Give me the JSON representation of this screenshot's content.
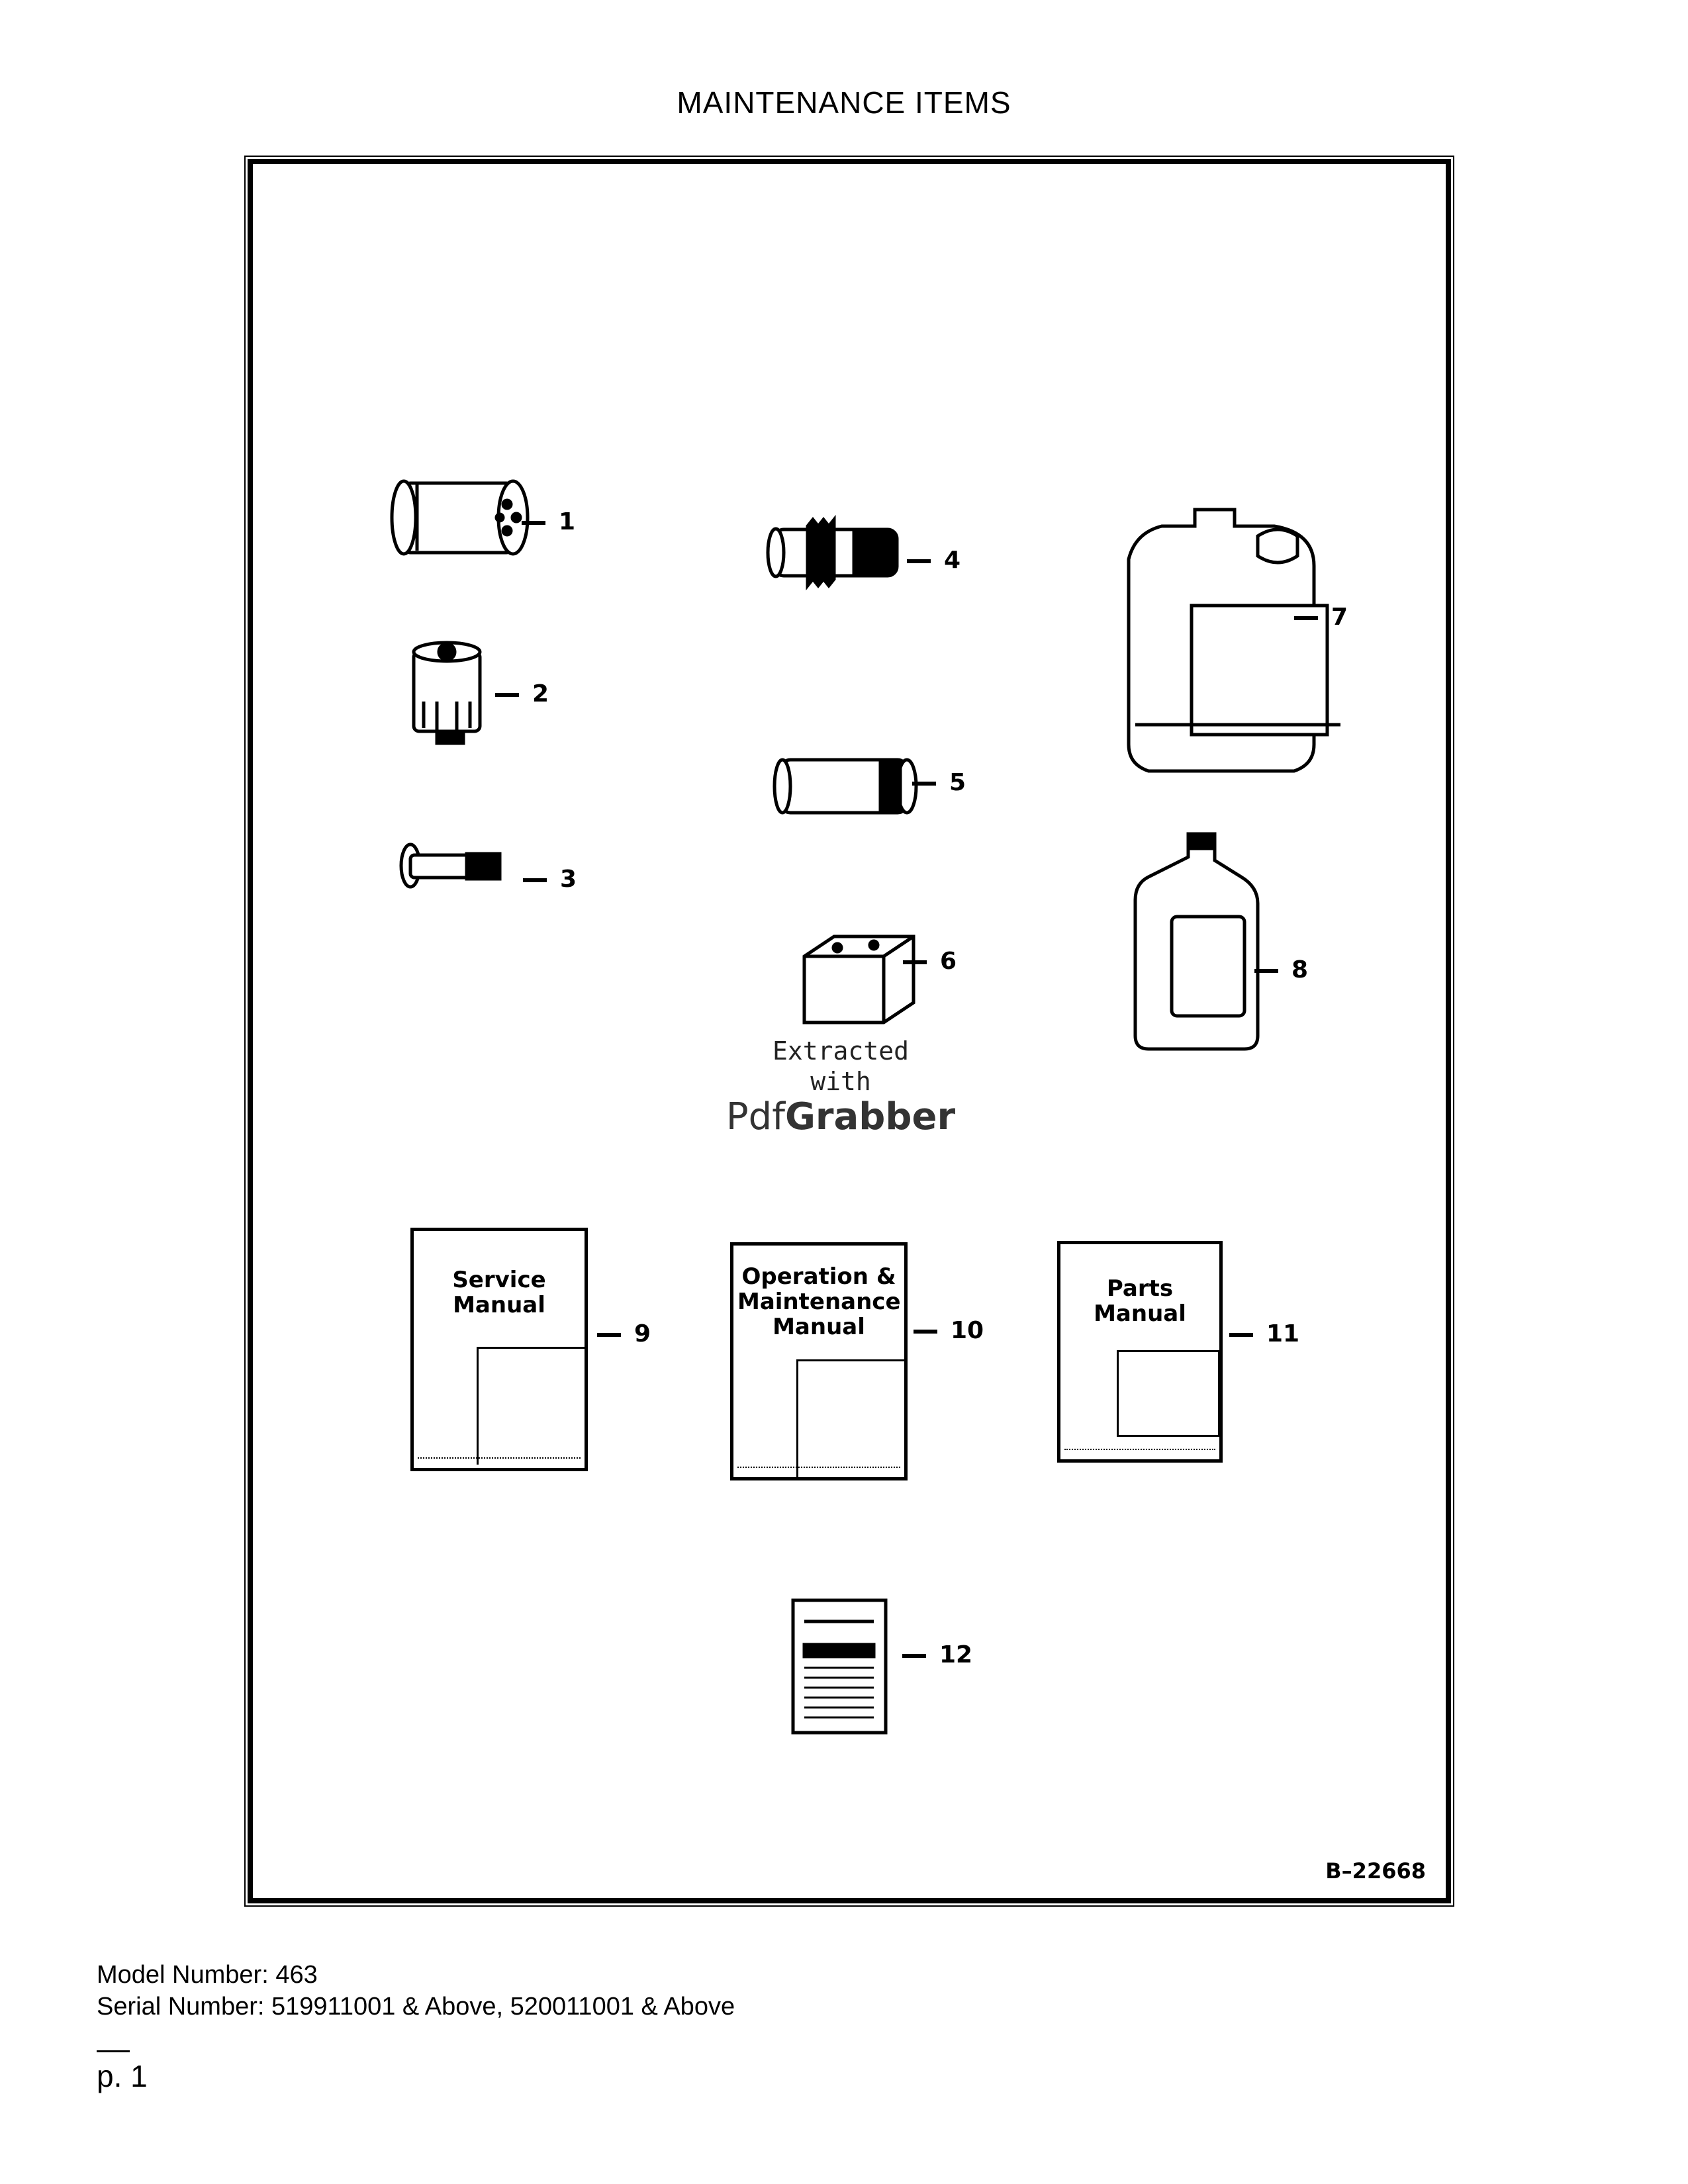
{
  "page_title": "MAINTENANCE ITEMS",
  "figure_id": "B–22668",
  "callouts": [
    "1",
    "2",
    "3",
    "4",
    "5",
    "6",
    "7",
    "8",
    "9",
    "10",
    "11",
    "12"
  ],
  "manuals": {
    "service": "Service Manual",
    "operation": "Operation & Maintenance Manual",
    "parts": "Parts Manual"
  },
  "watermark": {
    "line1": "Extracted",
    "line2": "with",
    "brand_a": "Pdf",
    "brand_b": "Grabber"
  },
  "model_number": "Model Number: 463",
  "serial_number": "Serial Number: 519911001 & Above, 520011001 & Above",
  "page_number": "p. 1"
}
